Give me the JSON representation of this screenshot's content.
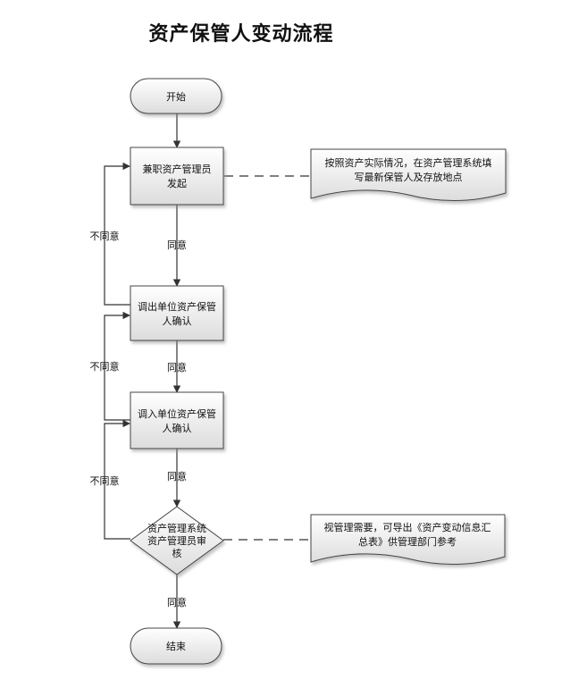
{
  "title": "资产保管人变动流程",
  "nodes": {
    "start": "开始",
    "initiate": [
      "兼职资产管理员",
      "发起"
    ],
    "out_confirm": [
      "调出单位资产保管",
      "人确认"
    ],
    "in_confirm": [
      "调入单位资产保管",
      "人确认"
    ],
    "review": [
      "资产管理系统",
      "资产管理员审",
      "核"
    ],
    "end": "结束"
  },
  "notes": {
    "note1": [
      "按照资产实际情况，在资产管理系统填",
      "写最新保管人及存放地点"
    ],
    "note2": [
      "视管理需要，可导出《资产变动信息汇",
      "总表》供管理部门参考"
    ]
  },
  "edge_labels": {
    "agree_1": "同意",
    "agree_2": "同意",
    "agree_3": "同意",
    "agree_4": "同意",
    "disagree_1": "不同意",
    "disagree_2": "不同意",
    "disagree_3": "不同意"
  }
}
